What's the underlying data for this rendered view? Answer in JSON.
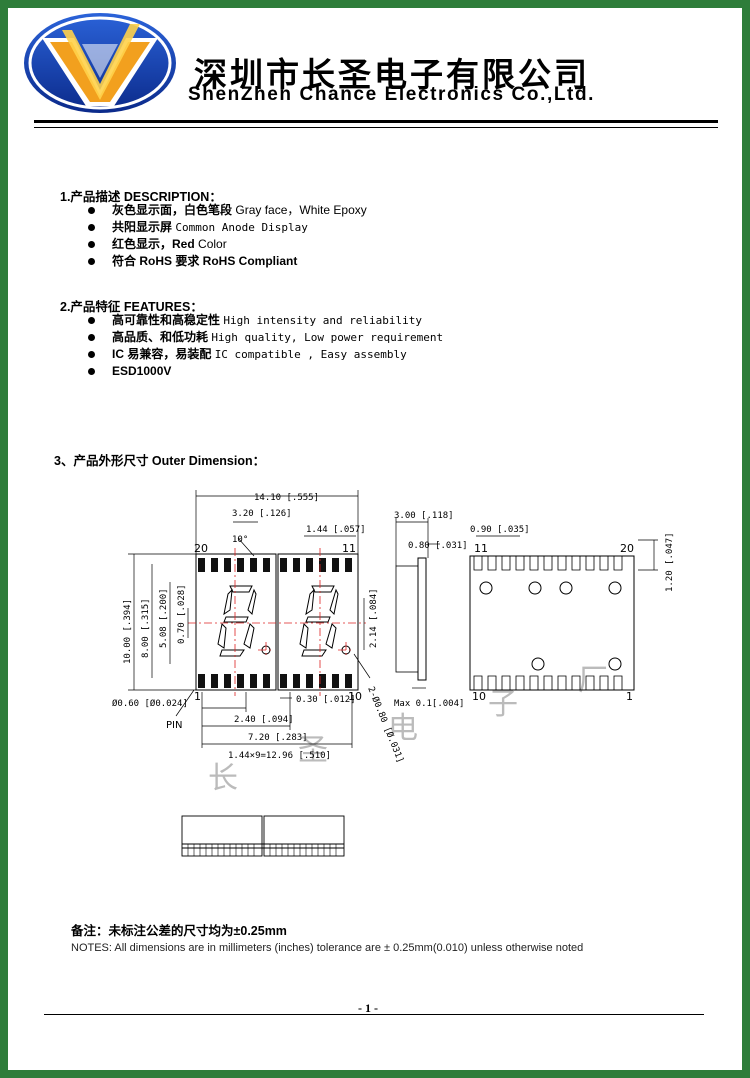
{
  "header": {
    "company_cn": "深圳市长圣电子有限公司",
    "company_en": "ShenZhen Chance Electronics Co.,Ltd."
  },
  "sections": [
    {
      "title": "1.产品描述 DESCRIPTION：",
      "items": [
        {
          "cn": "灰色显示面，白色笔段",
          "en": "Gray face，White Epoxy"
        },
        {
          "cn": "共阳显示屏",
          "en": "Common Anode Display"
        },
        {
          "cn": "红色显示，",
          "en_bold": "Red",
          "en": "Color"
        },
        {
          "cn": "符合 RoHS 要求  RoHS Compliant"
        }
      ]
    },
    {
      "title": "2.产品特征 FEATURES：",
      "items": [
        {
          "cn": "高可靠性和高稳定性",
          "en": "High intensity and reliability"
        },
        {
          "cn": "高品质、和低功耗",
          "en": "High quality, Low power requirement"
        },
        {
          "cn": "IC 易兼容，易装配",
          "en": " IC compatible , Easy assembly"
        },
        {
          "cn": "ESD1000V"
        }
      ]
    },
    {
      "title": "3、产品外形尺寸 Outer Dimension："
    }
  ],
  "drawing": {
    "watermark": [
      "长",
      "圣",
      "电",
      "子",
      "厂"
    ],
    "pins": {
      "front_top_left": "20",
      "front_top_right": "11",
      "front_bottom_left": "1",
      "front_bottom_right": "10",
      "back_top_left": "11",
      "back_top_right": "20",
      "back_bottom_left": "10",
      "back_bottom_right": "1"
    },
    "labels": {
      "pin": "PIN"
    },
    "dims": {
      "overall_width": "14.10 [.555]",
      "segment_offset": "3.20 [.126]",
      "slant": "10°",
      "pin_pitch": "1.44 [.057]",
      "height": "10.00 [.394]",
      "digit_height": "8.00 [.315]",
      "digit_inner": "5.08 [.200]",
      "segment_width": "0.70 [.028]",
      "dp_offset": "2.14 [.084]",
      "pin_dia": "Ø0.60 [Ø0.024]",
      "pin_spacing": "2.40 [.094]",
      "digit_pitch": "7.20 [.283]",
      "pin_row": "1.44×9=12.96 [.510]",
      "pad_width": "0.30 [.012]",
      "dp_dia": "2-Ø0.80 [Ø.031]",
      "depth": "3.00 [.118]",
      "face_thickness": "0.80 [.031]",
      "max_tol": "Max 0.1[.004]",
      "pad_pitch": "0.90 [.035]",
      "pad_length": "1.20 [.047]"
    }
  },
  "notes": {
    "cn": "备注：未标注公差的尺寸均为±0.25mm",
    "en": "NOTES: All dimensions are in millimeters (inches) tolerance are ± 0.25mm(0.010) unless otherwise noted"
  },
  "footer": {
    "page": "- 1 -"
  },
  "colors": {
    "frame": "#2e7d3a",
    "centerline": "#dd2222",
    "logo_blue": "#1e4fc2",
    "logo_orange": "#f2a01e"
  }
}
